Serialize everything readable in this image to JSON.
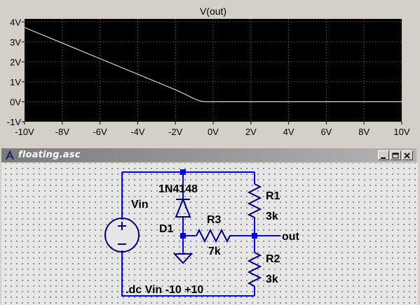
{
  "plot": {
    "colors": {
      "background": "#000000",
      "trace": "#ffffff",
      "grid": "#808080"
    },
    "chart_data": {
      "type": "line",
      "title": "V(out)",
      "xlabel": "",
      "ylabel": "",
      "x_ticks": [
        "-10V",
        "-8V",
        "-6V",
        "-4V",
        "-2V",
        "0V",
        "2V",
        "4V",
        "6V",
        "8V",
        "10V"
      ],
      "y_ticks": [
        "4V",
        "3V",
        "2V",
        "1V",
        "0V",
        "-1V"
      ],
      "xlim": [
        -10,
        10
      ],
      "ylim": [
        -1,
        4
      ],
      "grid": true,
      "series": [
        {
          "name": "V(out)",
          "x": [
            -10,
            -9,
            -8,
            -7,
            -6,
            -5,
            -4,
            -3,
            -2,
            -1.5,
            -1,
            -0.7,
            -0.5,
            0,
            2,
            4,
            6,
            8,
            10
          ],
          "y": [
            3.72,
            3.33,
            2.94,
            2.55,
            2.16,
            1.77,
            1.38,
            0.99,
            0.6,
            0.38,
            0.15,
            0.04,
            0.01,
            0,
            0,
            0,
            0,
            0,
            0
          ]
        }
      ]
    }
  },
  "schematic": {
    "window_title": "floating.asc",
    "colors": {
      "wire": "#0000ff",
      "component": "#000080",
      "junction": "#0000ff"
    },
    "labels": {
      "diode_model": "1N4148",
      "source": "Vin",
      "diode": "D1",
      "r3_name": "R3",
      "r3_value": "7k",
      "r1_name": "R1",
      "r1_value": "3k",
      "r2_name": "R2",
      "r2_value": "3k",
      "net_out": "out",
      "directive": ".dc Vin -10 +10"
    },
    "buttons": {
      "minimize": "minimize",
      "maximize": "maximize",
      "close": "close"
    }
  }
}
